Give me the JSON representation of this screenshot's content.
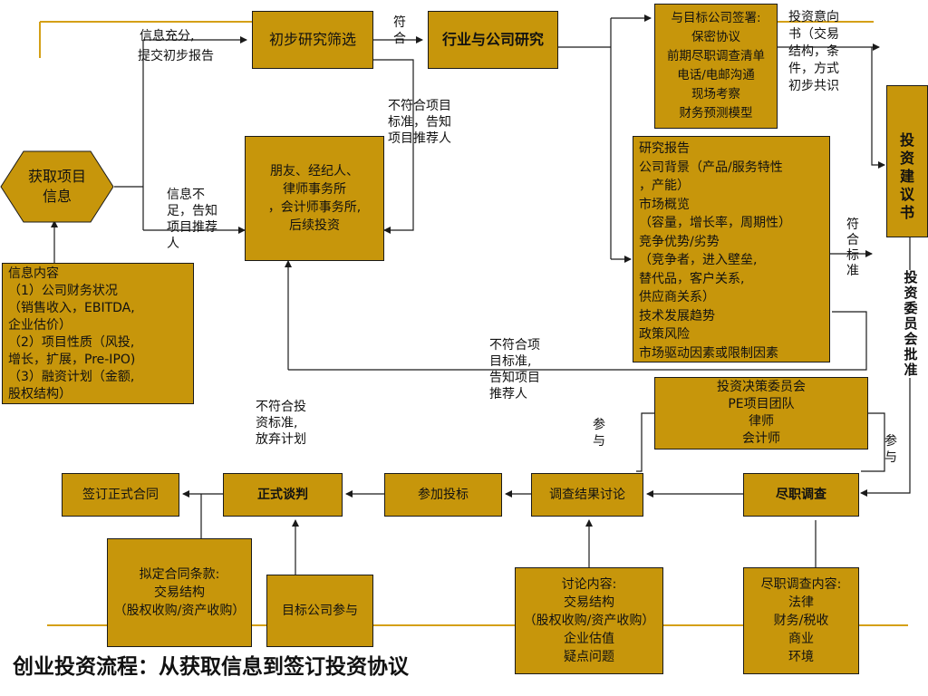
{
  "title": "创业投资流程：从获取信息到签订投资协议",
  "colors": {
    "box_fill": "#c7960b",
    "line": "#1a1a1a",
    "accent_line": "#d4a017"
  },
  "nodes": {
    "get_info": [
      "获取项目",
      "信息"
    ],
    "info_content": [
      "信息内容",
      "（1）公司财务状况",
      "（销售收入，EBITDA,",
      "企业估价）",
      "（2）项目性质（风投,",
      "增长，扩展，Pre-IPO)",
      "（3）融资计划（金额,",
      "股权结构）"
    ],
    "prelim_screen": [
      "初步研究筛选"
    ],
    "industry_research": [
      "行业与公司研究"
    ],
    "sign_target": [
      "与目标公司签署:",
      "保密协议",
      "前期尽职调查清单",
      "电话/电邮沟通",
      "现场考察",
      "财务预测模型"
    ],
    "friends": [
      "朋友、经纪人、",
      "律师事务所",
      "，会计师事务所,",
      "后续投资"
    ],
    "research_report": [
      "研究报告",
      "公司背景（产品/服务特性",
      "，产能）",
      "市场概览",
      "（容量，增长率，周期性）",
      "竞争优势/劣势",
      "（竞争者，进入壁垒,",
      "替代品，客户关系,",
      "供应商关系）",
      "技术发展趋势",
      "政策风险",
      "市场驱动因素或限制因素"
    ],
    "invest_proposal": [
      "投",
      "资",
      "建",
      "议",
      "书"
    ],
    "committee": [
      "投资决策委员会",
      "PE项目团队",
      "律师",
      "会计师"
    ],
    "sign_formal": [
      "签订正式合同"
    ],
    "formal_negotiation": [
      "正式谈判"
    ],
    "bidding": [
      "参加投标"
    ],
    "findings_discussion": [
      "调查结果讨论"
    ],
    "due_diligence": [
      "尽职调查"
    ],
    "contract_terms": [
      "拟定合同条款:",
      "交易结构",
      "（股权收购/资产收购）"
    ],
    "target_participates": [
      "目标公司参与"
    ],
    "discussion_content": [
      "讨论内容:",
      "交易结构",
      "（股权收购/资产收购）",
      "企业估值",
      "疑点问题"
    ],
    "dd_content": [
      "尽职调查内容:",
      "法律",
      "财务/税收",
      "商业",
      "环境"
    ]
  },
  "labels": {
    "info_sufficient": [
      "信息充分,",
      "提交初步报告"
    ],
    "conform1": [
      "符",
      "合"
    ],
    "intent_letter": [
      "投资意向",
      "书（交易",
      "结构，条",
      "件，方式",
      "初步共识"
    ],
    "not_conform_notify": [
      "不符合项目",
      "标准，告知",
      "项目推荐人"
    ],
    "info_insufficient": [
      "信息不",
      "足，告知",
      "项目推荐",
      "人"
    ],
    "conform_std": [
      "符",
      "合",
      "标",
      "准"
    ],
    "not_conform_notify2": [
      "不符合项",
      "目标准,",
      "告知项目",
      "推荐人"
    ],
    "not_conform_abandon": [
      "不符合投",
      "资标准,",
      "放弃计划"
    ],
    "participate1": [
      "参",
      "与"
    ],
    "participate2": [
      "参",
      "与"
    ],
    "committee_approval": [
      "投",
      "资",
      "委",
      "员",
      "会",
      "批",
      "准"
    ]
  }
}
